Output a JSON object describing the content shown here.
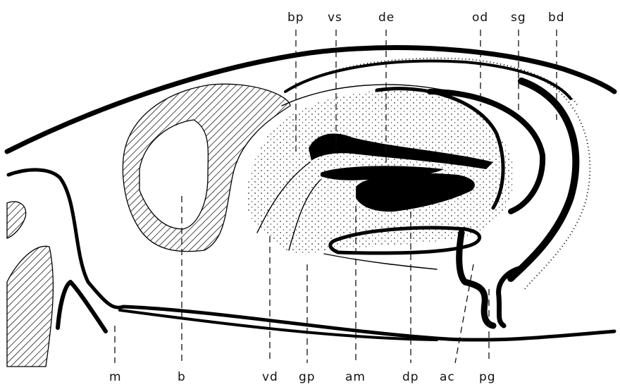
{
  "figure": {
    "labels_top": [
      {
        "key": "bp",
        "text": "bp"
      },
      {
        "key": "vs",
        "text": "vs"
      },
      {
        "key": "de",
        "text": "de"
      },
      {
        "key": "od",
        "text": "od"
      },
      {
        "key": "sg",
        "text": "sg"
      },
      {
        "key": "bd",
        "text": "bd"
      }
    ],
    "labels_bottom": [
      {
        "key": "m",
        "text": "m"
      },
      {
        "key": "b",
        "text": "b"
      },
      {
        "key": "vd",
        "text": "vd"
      },
      {
        "key": "gp",
        "text": "gp"
      },
      {
        "key": "am",
        "text": "am"
      },
      {
        "key": "dp",
        "text": "dp"
      },
      {
        "key": "ac",
        "text": "ac"
      },
      {
        "key": "pg",
        "text": "pg"
      }
    ]
  }
}
